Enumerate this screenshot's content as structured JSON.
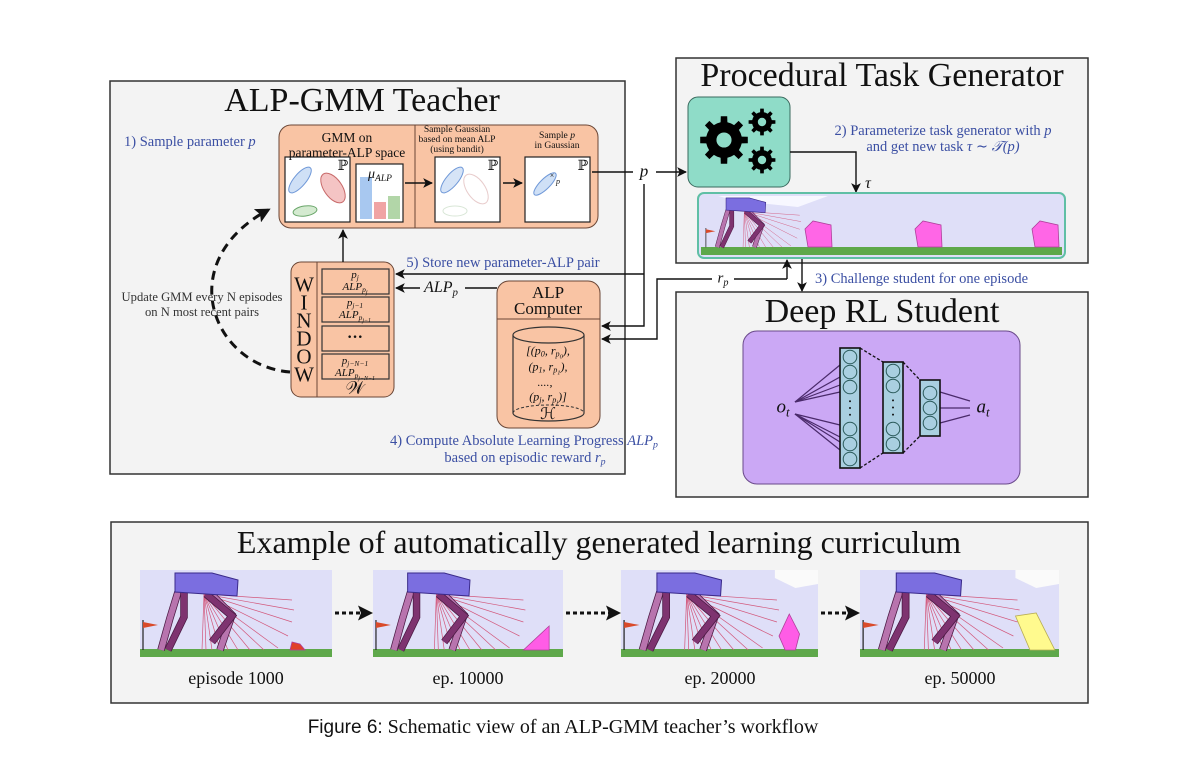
{
  "colors": {
    "annotation_blue": "#3b4fa3",
    "box_background": "#f3f3f3",
    "teacher_panel": "#f9c4a4",
    "generator_box": "#8fdcc8",
    "student_box": "#cba8f5",
    "network_units": "#a9cfe0",
    "ground": "#5ea84a",
    "sky": "#dfdff8",
    "walker_body": "#7b6ee0"
  },
  "teacher": {
    "title": "ALP-GMM Teacher",
    "step1_text": "1) Sample parameter ",
    "step1_var": "p",
    "gmm_panel": {
      "section1": [
        "GMM on",
        "parameter-ALP space"
      ],
      "section2": [
        "Sample Gaussian",
        "based on mean ALP",
        "(using bandit)"
      ],
      "section3_line1_text": "Sample ",
      "section3_line1_var": "p",
      "section3_line2": "in Gaussian",
      "space_symbol": "ℙ",
      "mu_base": "μ",
      "mu_sub": "ALP",
      "mu_alp_bars": [
        {
          "name": "blue-gaussian",
          "value": 0.84,
          "color": "#a8c8f0"
        },
        {
          "name": "red-gaussian",
          "value": 0.34,
          "color": "#f0a4a4"
        },
        {
          "name": "green-gaussian",
          "value": 0.46,
          "color": "#b2d6a8"
        }
      ],
      "sampled_point_marker": "×",
      "sampled_point_label": "p"
    },
    "window": {
      "letters": [
        "W",
        "I",
        "N",
        "D",
        "O",
        "W"
      ],
      "cells": [
        {
          "p_base": "p",
          "p_sub": "j",
          "alp_base": "ALP",
          "alp_sub": "p",
          "alp_subsub": "j"
        },
        {
          "p_base": "p",
          "p_sub": "j−1",
          "alp_base": "ALP",
          "alp_sub": "p",
          "alp_subsub": "j−1"
        },
        {
          "ellipsis": "···"
        },
        {
          "p_base": "p",
          "p_sub": "j−N−1",
          "alp_base": "ALP",
          "alp_sub": "p",
          "alp_subsub": "j−N−1"
        }
      ],
      "symbol": "𝒲"
    },
    "update_note": [
      "Update GMM every N episodes",
      "on N most recent pairs"
    ],
    "step5": "5) Store new parameter-ALP pair",
    "alp_signal_base": "ALP",
    "alp_signal_sub": "p",
    "alp_computer": {
      "title": [
        "ALP",
        "Computer"
      ],
      "history": [
        {
          "open": "[(",
          "p_sub": "0",
          "r_sub": "0",
          "close": "),"
        },
        {
          "open": "(",
          "p_sub": "1",
          "r_sub": "1",
          "close": "),"
        },
        {
          "text": "....,"
        },
        {
          "open": "(",
          "p_sub": "j",
          "r_sub": "j",
          "close": ")]"
        }
      ],
      "history_symbol": "ℋ"
    },
    "step4": {
      "line1_text": "4) Compute Absolute Learning Progress ",
      "line1_var_base": "ALP",
      "line1_var_sub": "p",
      "line2_text": "based on episodic reward ",
      "line2_var_base": "r",
      "line2_var_sub": "p"
    }
  },
  "links": {
    "param_label": "p",
    "reward_base": "r",
    "reward_sub": "p",
    "task_label": "τ"
  },
  "generator": {
    "title": "Procedural Task Generator",
    "icon": "gears-icon",
    "step2_line1_text": "2) Parameterize task generator with ",
    "step2_line1_var": "p",
    "step2_line2_text": "and get new task ",
    "step2_line2_math": "τ ∼ 𝒯(p)",
    "environment": {
      "obstacle_count": 3,
      "obstacle_color": "#ff66e6"
    }
  },
  "interaction": {
    "step3": "3) Challenge student for one episode"
  },
  "student": {
    "title": "Deep RL Student",
    "input_base": "o",
    "input_sub": "t",
    "output_base": "a",
    "output_sub": "t",
    "layers": [
      {
        "units_shown": 6
      },
      {
        "units_shown": 4
      },
      {
        "units_shown": 3
      }
    ]
  },
  "curriculum": {
    "title": "Example of automatically generated learning curriculum",
    "stages": [
      {
        "label": "episode 1000",
        "obstacle": "small-bump",
        "obstacle_color": "#e0402a"
      },
      {
        "label": "ep. 10000",
        "obstacle": "triangle",
        "obstacle_color": "#ff5ce6"
      },
      {
        "label": "ep. 20000",
        "obstacle": "diamond",
        "obstacle_color": "#ff5ce6"
      },
      {
        "label": "ep. 50000",
        "obstacle": "trapezoid",
        "obstacle_color": "#fffa8e"
      }
    ]
  },
  "caption": {
    "label": "Figure 6:",
    "text": " Schematic view of an ALP-GMM teacher’s workflow"
  }
}
